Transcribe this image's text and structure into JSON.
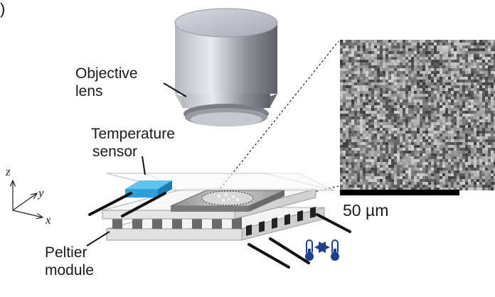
{
  "labels": {
    "panel": ")",
    "objective": [
      "Objective",
      "lens"
    ],
    "sensor": [
      "Temperature",
      "sensor"
    ],
    "peltier": [
      "Peltier",
      "module"
    ],
    "scale_bar": "50 µm",
    "axes": {
      "z": "z",
      "y": "y",
      "x": "x"
    }
  },
  "icons": {
    "objective": "objective-lens-cylinder",
    "sensor": "temperature-sensor-block",
    "peltier": "peltier-module",
    "micrograph": "noise-micrograph",
    "thermometers": "thermometer-exchange-icon"
  },
  "colors": {
    "sensor": "#2f9fd8",
    "thermometer": "#1f3f8a",
    "ink": "#111111"
  }
}
